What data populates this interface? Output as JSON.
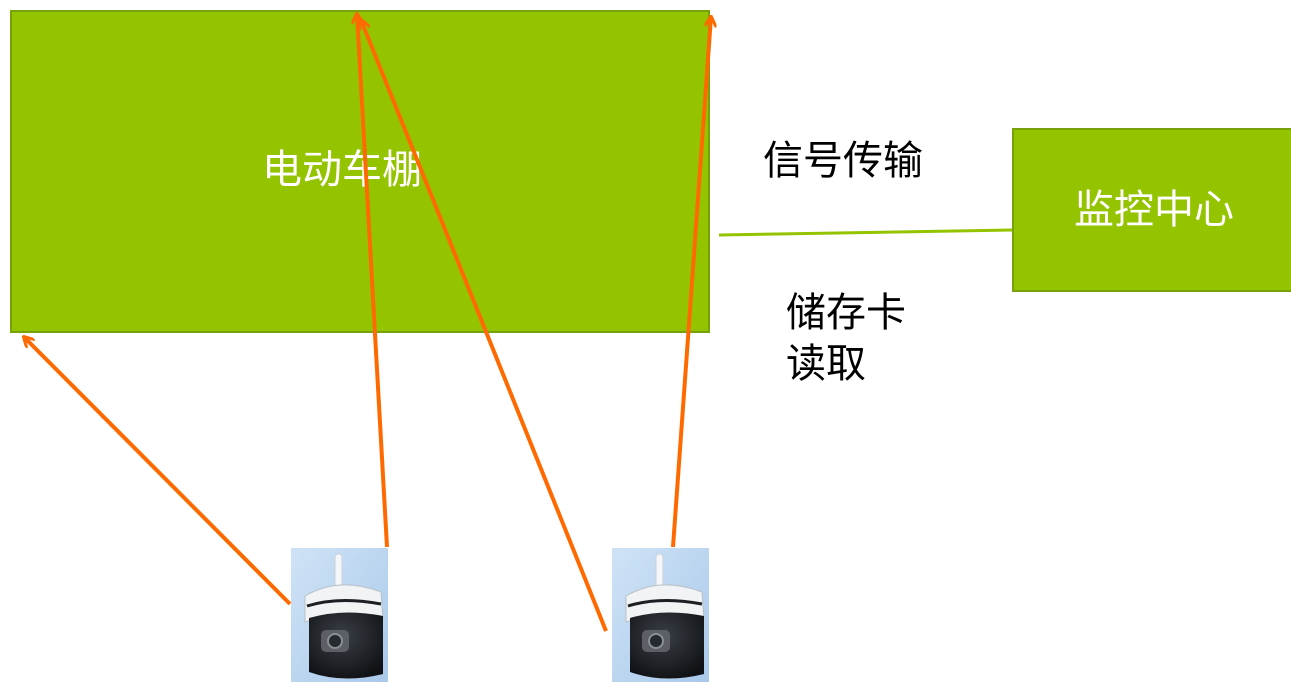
{
  "colors": {
    "box_fill": "#94c300",
    "box_border": "#78a20a",
    "arrow": "#ff6a00",
    "connector": "#94c300",
    "label_on_box": "#ffffff",
    "label_text": "#000000"
  },
  "shed": {
    "label": "电动车棚"
  },
  "monitor_center": {
    "label": "监控中心"
  },
  "connection": {
    "signal_label": "信号传输",
    "storage_line_1": "储存卡",
    "storage_line_2": "读取"
  },
  "cameras": [
    {
      "icon": "dome-camera-icon"
    },
    {
      "icon": "dome-camera-icon"
    }
  ]
}
